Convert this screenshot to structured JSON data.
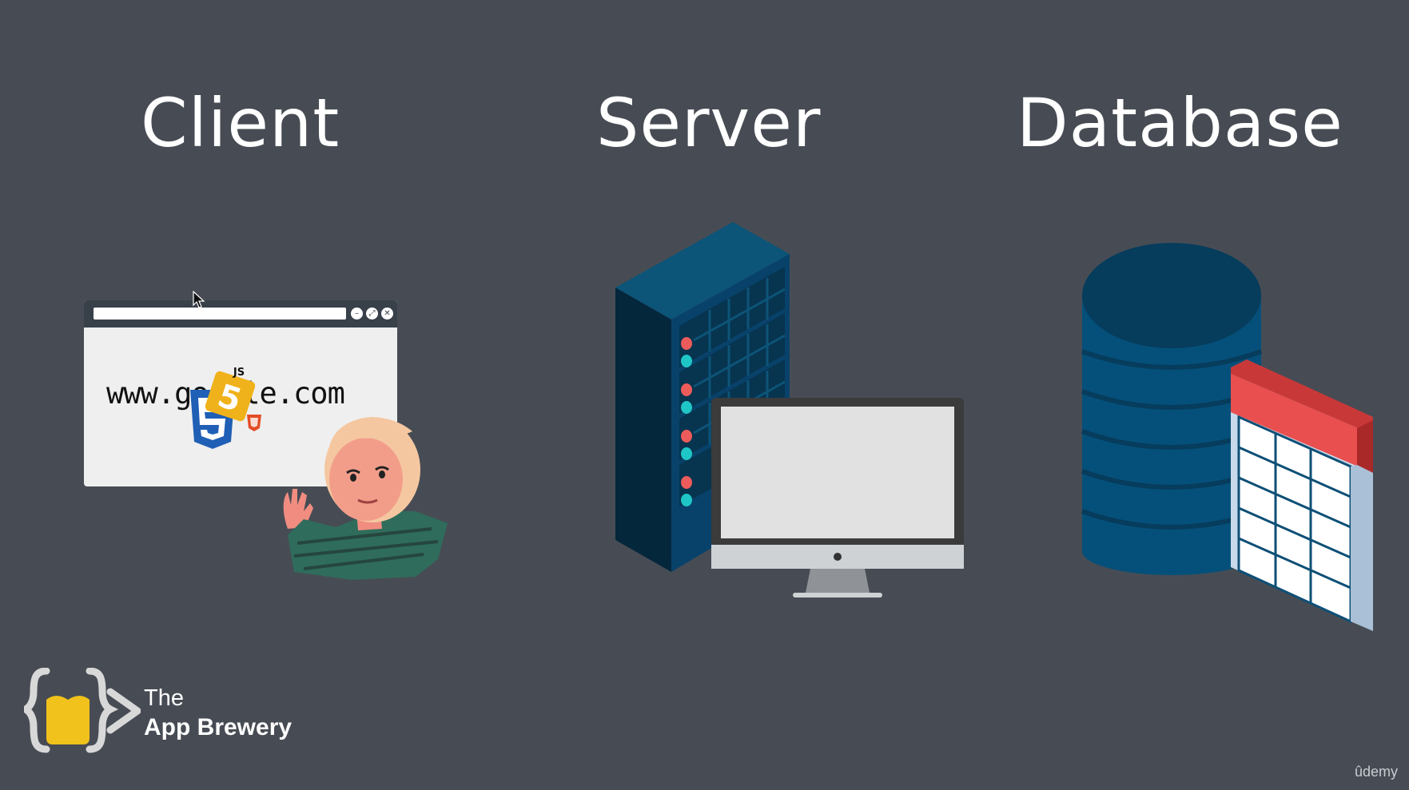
{
  "headings": {
    "client": "Client",
    "server": "Server",
    "database": "Database"
  },
  "browser": {
    "url_text": "www.google.com",
    "window_buttons": [
      "–",
      "⤢",
      "✕"
    ]
  },
  "icons": {
    "html_badge": "5",
    "js_badge": "JS"
  },
  "brand": {
    "line1": "The",
    "line2": "App Brewery"
  },
  "watermark": "ûdemy",
  "colors": {
    "background": "#474c54",
    "server_dark": "#07344f",
    "database_blue": "#05507a",
    "table_red": "#e94f4f",
    "brand_yellow": "#f0c21b"
  }
}
